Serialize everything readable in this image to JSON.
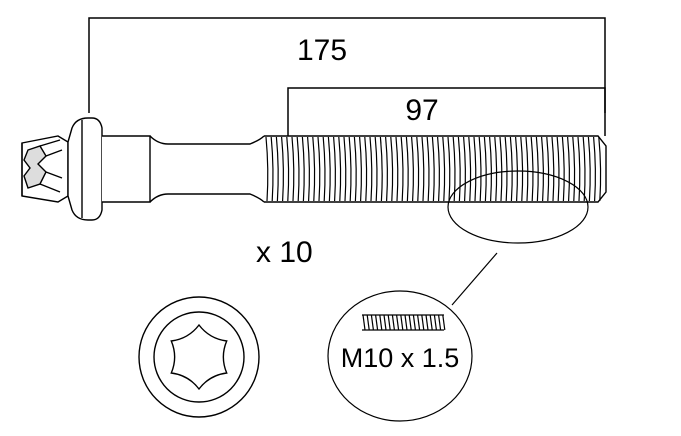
{
  "dimensions": {
    "overall_length": "175",
    "thread_length": "97"
  },
  "quantity": "x 10",
  "thread_spec": "M10 x 1.5",
  "colors": {
    "line": "#000000",
    "background": "#ffffff"
  },
  "icons": {
    "drive_type": "torx-socket-head-icon"
  }
}
